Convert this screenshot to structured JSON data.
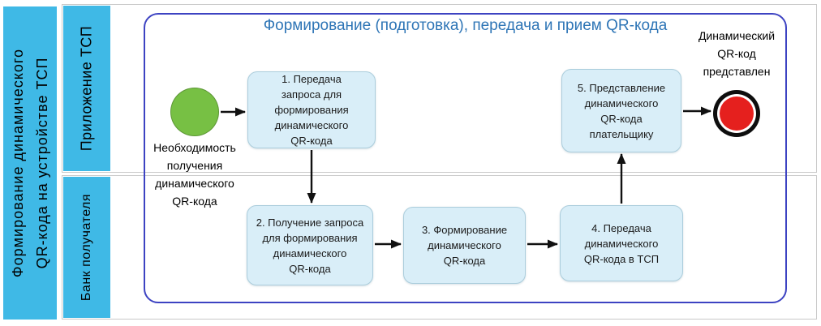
{
  "pool": {
    "label": "Формирование динамического\nQR-кода на устройстве ТСП"
  },
  "lanes": [
    {
      "label": "Приложение ТСП"
    },
    {
      "label": "Банк получателя"
    }
  ],
  "process": {
    "title": "Формирование (подготовка), передача и прием QR-кода"
  },
  "events": {
    "start": {
      "label": "Необходимость\nполучения\nдинамического\nQR-кода",
      "color": "#77C044"
    },
    "end": {
      "label": "Динамический\nQR-код\nпредставлен",
      "color": "#E5201E"
    }
  },
  "tasks": [
    {
      "label": "1. Передача\nзапроса для\nформирования\nдинамического\nQR-кода"
    },
    {
      "label": "2. Получение запроса\nдля формирования\nдинамического\nQR-кода"
    },
    {
      "label": "3. Формирование\nдинамического\nQR-кода"
    },
    {
      "label": "4. Передача\nдинамического\nQR-кода в ТСП"
    },
    {
      "label": "5. Представление\nдинамического\nQR-кода\nплательщику"
    }
  ],
  "colors": {
    "lane_fill": "#3FB9E6",
    "task_fill": "#D9EEF8",
    "task_border": "#ABCDDC",
    "container_border": "#3D43C2",
    "title_text": "#2E75B6",
    "frame_border": "#C9C9C9",
    "arrow": "#111111"
  }
}
